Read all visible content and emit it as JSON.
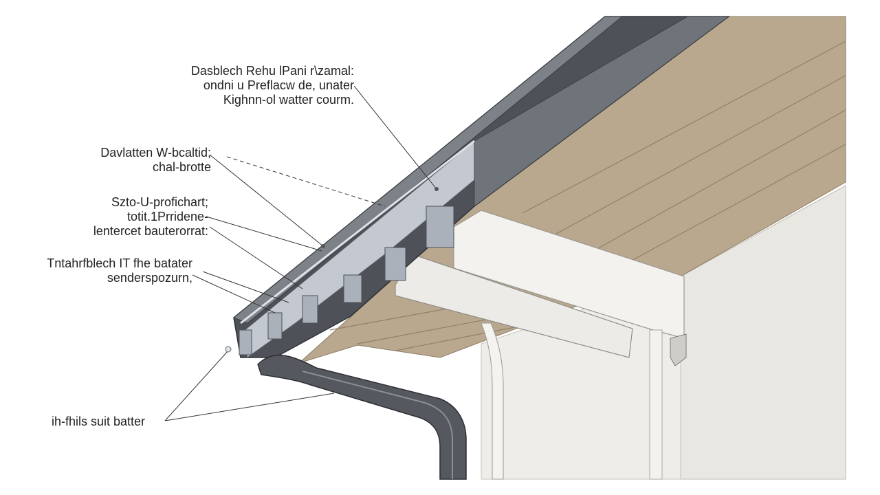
{
  "diagram": {
    "callouts": [
      {
        "id": "drip-edge-flashing",
        "lines": [
          "Dasblech Rehu lPani r\\zamal:",
          "ondni u Preflacw de, unater",
          "Kighnn-ol watter courm."
        ]
      },
      {
        "id": "batten-bracket",
        "lines": [
          "Davlatten W-bcaltid;",
          "chal-brotte"
        ]
      },
      {
        "id": "u-profile",
        "lines": [
          "Szto-U-profichart;",
          "totit.1Prridene-",
          "lentercet bauterorrat:"
        ]
      },
      {
        "id": "inner-flashing",
        "lines": [
          "Tntahrfblech IT fhe batater",
          "senderspozurn,"
        ]
      },
      {
        "id": "gutter",
        "lines": [
          "ih-fhils suit batter"
        ]
      }
    ]
  },
  "colors": {
    "roof_dark": "#4d5157",
    "roof_mid": "#6b7077",
    "soffit_wood": "#b7a58a",
    "wall": "#ebe9e4",
    "beam": "#f2f1ee",
    "leader": "#333333"
  }
}
